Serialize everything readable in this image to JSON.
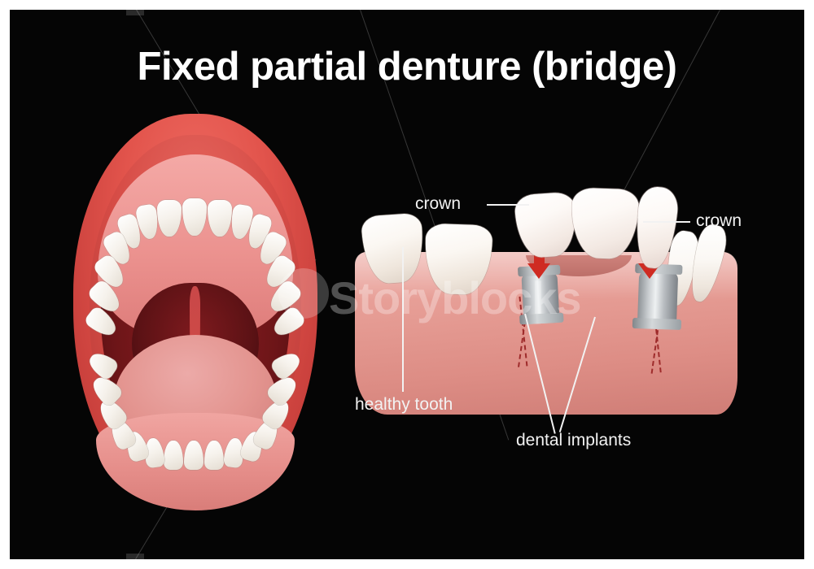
{
  "page": {
    "title": "Fixed partial denture (bridge)",
    "background_color": "#050505",
    "border_color": "#ffffff",
    "text_color": "#f2f2f2"
  },
  "watermark": {
    "text": "Storyblocks"
  },
  "labels": {
    "crown_left": "crown",
    "crown_right": "crown",
    "healthy_tooth": "healthy tooth",
    "dental_implants": "dental implants"
  },
  "colors": {
    "gum": "#e59b93",
    "lip": "#e2544c",
    "tooth": "#ffffff",
    "implant_metal": "#b9bdc1",
    "arrow_red": "#cf2b22",
    "dotted_outline": "#9e2b2b",
    "tongue": "#e3948f",
    "oral_cavity": "#6d1518"
  },
  "illustration": {
    "left_panel": "open-mouth-anterior-view",
    "right_panel": "lower-jaw-cross-section-with-bridge"
  }
}
